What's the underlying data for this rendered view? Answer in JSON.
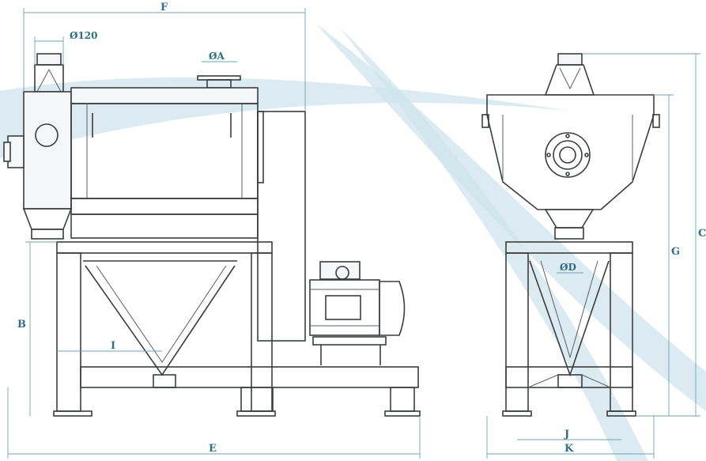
{
  "labels": {
    "dim_F": "F",
    "dim_diam120": "Ø120",
    "dim_diamA": "ØA",
    "dim_B": "B",
    "dim_I": "I",
    "dim_E": "E",
    "dim_C": "C",
    "dim_G": "G",
    "dim_diamD": "ØD",
    "dim_J": "J",
    "dim_K": "K"
  },
  "colors": {
    "line": "#3a3d40",
    "dimension": "#6fa3b6",
    "label": "#2f6c86",
    "watermark": "#cfe4ec"
  }
}
